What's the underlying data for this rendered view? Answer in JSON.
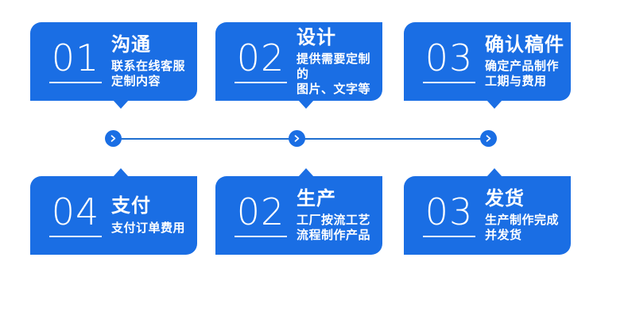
{
  "page": {
    "background_color": "#ffffff",
    "accent_color": "#1a6ee4",
    "line_color": "#1f6fd0",
    "text_color": "#ffffff"
  },
  "flow": {
    "steps": [
      {
        "number": "01",
        "title": "沟通",
        "desc_line1": "联系在线客服",
        "desc_line2": "定制内容",
        "row": "top"
      },
      {
        "number": "02",
        "title": "设计",
        "desc_line1": "提供需要定制的",
        "desc_line2": "图片、文字等",
        "row": "top"
      },
      {
        "number": "03",
        "title": "确认稿件",
        "desc_line1": "确定产品制作",
        "desc_line2": "工期与费用",
        "row": "top"
      },
      {
        "number": "04",
        "title": "支付",
        "desc_line1": "支付订单费用",
        "desc_line2": "",
        "row": "bottom"
      },
      {
        "number": "02",
        "title": "生产",
        "desc_line1": "工厂按流工艺",
        "desc_line2": "流程制作产品",
        "row": "bottom"
      },
      {
        "number": "03",
        "title": "发货",
        "desc_line1": "生产制作完成",
        "desc_line2": "并发货",
        "row": "bottom"
      }
    ]
  },
  "connector": {
    "nodes": [
      {
        "icon": "chevron-right-icon"
      },
      {
        "icon": "chevron-right-icon"
      },
      {
        "icon": "chevron-right-icon"
      }
    ]
  }
}
